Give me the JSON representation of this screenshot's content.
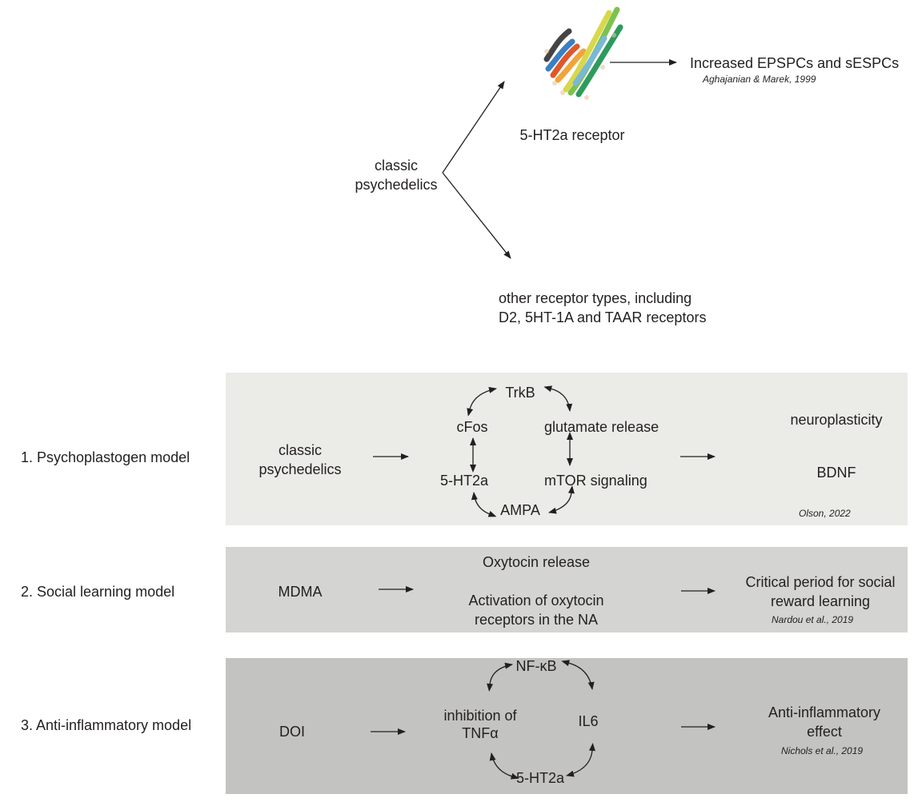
{
  "top": {
    "receptor_label": "5-HT2a receptor",
    "effect": "Increased EPSPCs and sESPCs",
    "effect_citation": "Aghajanian & Marek, 1999",
    "source_line1": "classic",
    "source_line2": "psychedelics",
    "other_line1": "other receptor types, including",
    "other_line2": "D2, 5HT-1A and TAAR receptors"
  },
  "models": [
    {
      "label": "1. Psychoplastogen model",
      "input_line1": "classic",
      "input_line2": "psychedelics",
      "cycle": [
        "TrkB",
        "glutamate release",
        "mTOR signaling",
        "AMPA",
        "5-HT2a",
        "cFos"
      ],
      "output_line1": "neuroplasticity",
      "output_line2": "BDNF",
      "citation": "Olson, 2022"
    },
    {
      "label": "2. Social learning model",
      "input": "MDMA",
      "mechanism_line1": "Oxytocin release",
      "mechanism_line2": "Activation of oxytocin",
      "mechanism_line3": "receptors in the NA",
      "output_line1": "Critical period for social",
      "output_line2": "reward learning",
      "citation": "Nardou et al., 2019"
    },
    {
      "label": "3. Anti-inflammatory model",
      "input": "DOI",
      "cycle": [
        "NF-κB",
        "IL6",
        "5-HT2a"
      ],
      "mechanism_line1": "inhibition of",
      "mechanism_line2": "TNFα",
      "output_line1": "Anti-inflammatory",
      "output_line2": "effect",
      "citation": "Nichols et al., 2019"
    }
  ],
  "colors": {
    "text": "#231f20",
    "panel1": "#ebebe7",
    "panel2": "#d4d4d2",
    "panel3": "#c3c3c1"
  }
}
